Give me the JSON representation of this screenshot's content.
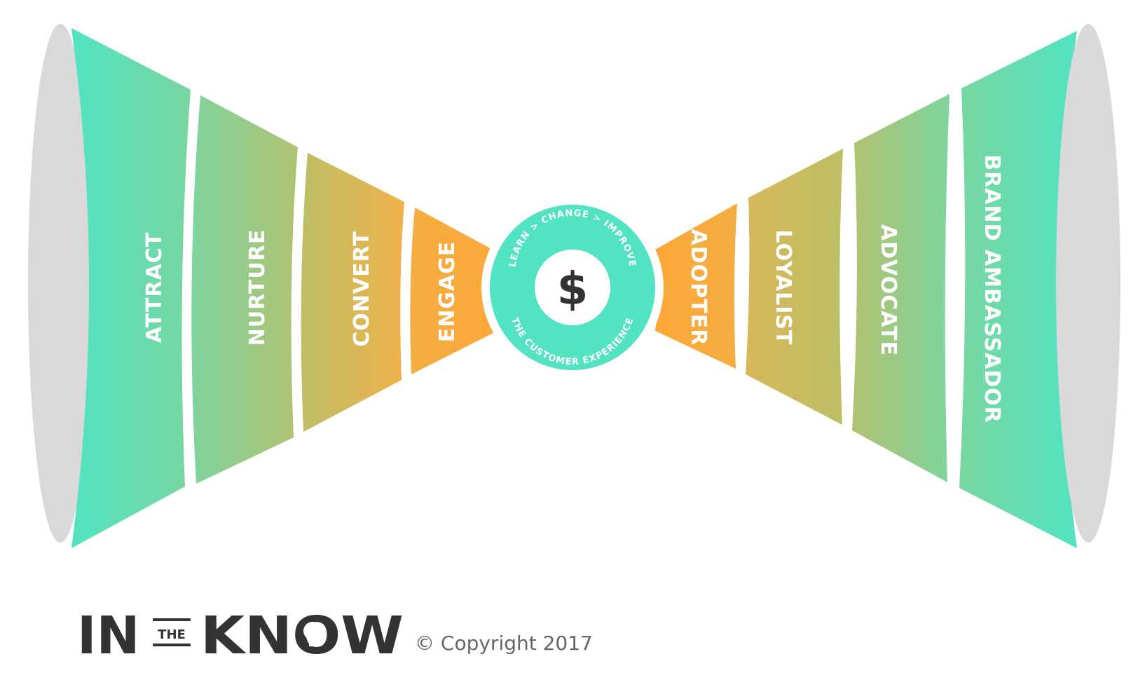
{
  "colors": {
    "teal": "#52e3c2",
    "orange": "#fca838",
    "gray": "#d9d9d9",
    "dark": "#333333"
  },
  "left_stages": [
    "ATTRACT",
    "NURTURE",
    "CONVERT",
    "ENGAGE"
  ],
  "right_stages": [
    "ADOPTER",
    "LOYALIST",
    "ADVOCATE",
    "BRAND AMBASSADOR"
  ],
  "center": {
    "symbol": "$",
    "top_ring_text": "LEARN > CHANGE > IMPROVE",
    "bottom_ring_text": "THE CUSTOMER EXPERIENCE"
  },
  "footer": {
    "logo_left": "IN",
    "logo_small": "THE",
    "logo_right": "KNOW",
    "copyright": "© Copyright 2017"
  }
}
